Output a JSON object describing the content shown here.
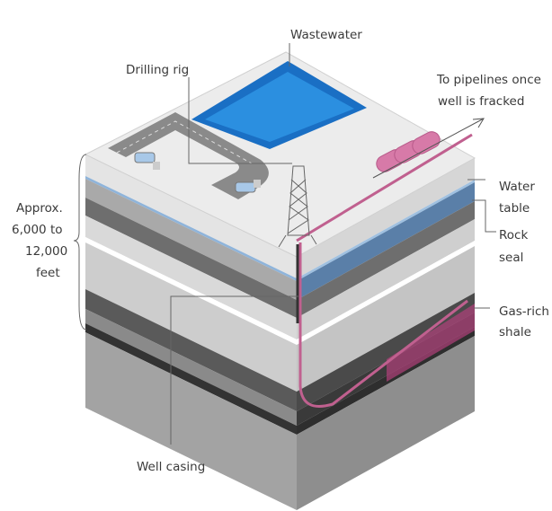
{
  "labels": {
    "wastewater": "Wastewater",
    "drilling_rig": "Drilling rig",
    "pipelines": [
      "To pipelines once",
      "well is fracked"
    ],
    "water_table": [
      "Water",
      "table"
    ],
    "rock_seal": [
      "Rock",
      "seal"
    ],
    "gas_shale": [
      "Gas-rich",
      "shale"
    ],
    "depth": [
      "Approx.",
      "6,000 to",
      "12,000",
      "feet"
    ],
    "well_casing": "Well casing"
  },
  "colors": {
    "water": "#1a7fd6",
    "pipe": "#c0608f",
    "shale": "#b0407a",
    "leader": "#555555"
  }
}
